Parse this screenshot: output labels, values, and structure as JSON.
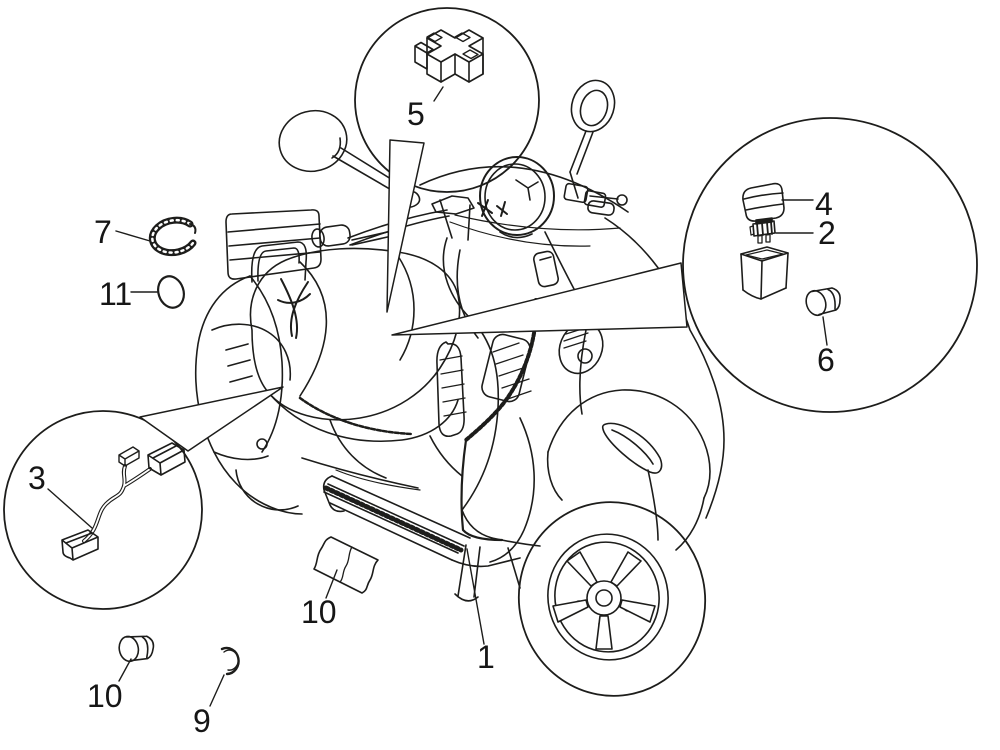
{
  "figure": {
    "kind": "exploded-parts-diagram",
    "colors": {
      "background": "#ffffff",
      "line": "#1d1d1b",
      "text": "#161616"
    }
  },
  "callouts": {
    "c1": "1",
    "c2": "2",
    "c3": "3",
    "c4": "4",
    "c5": "5",
    "c6": "6",
    "c7": "7",
    "c9": "9",
    "c10a": "10",
    "c10b": "10",
    "c11": "11"
  },
  "parts": {
    "p1": "main-wiring-harness",
    "p2": "blade-fuse",
    "p3": "cable-with-connectors",
    "p4": "fuse-cover",
    "p5": "connector-block",
    "p6": "rubber-cap",
    "p7": "clamp-ring",
    "p9": "retaining-clip",
    "p10a": "rubber-cap",
    "p10b": "protection-sleeve",
    "p11": "o-ring"
  }
}
